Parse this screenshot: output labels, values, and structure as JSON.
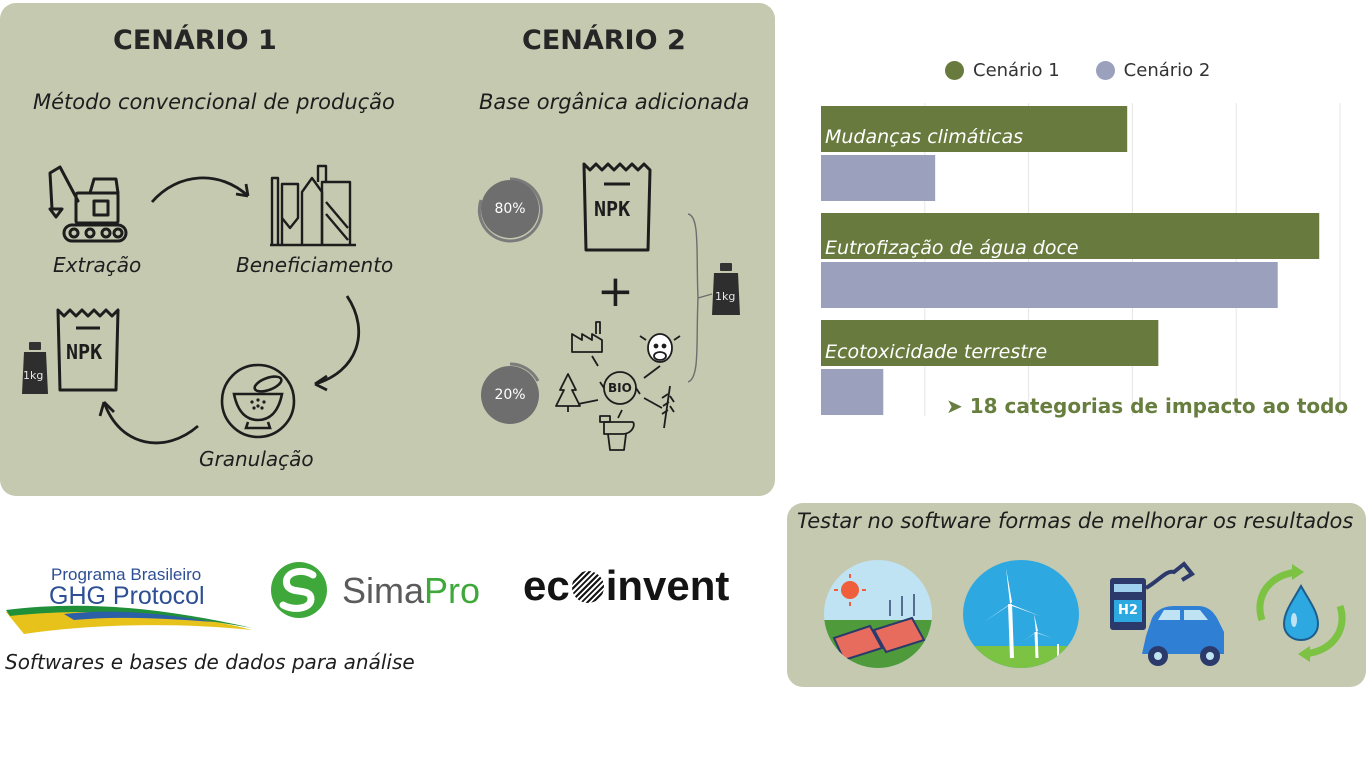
{
  "scenario1": {
    "title": "CENÁRIO 1",
    "subtitle": "Método convencional de produção",
    "steps": [
      "Extração",
      "Beneficiamento",
      "Granulação"
    ],
    "bag_label": "NPK",
    "weight_label": "1kg"
  },
  "scenario2": {
    "title": "CENÁRIO 2",
    "subtitle": "Base orgânica adicionada",
    "percent_top": "80%",
    "percent_bottom": "20%",
    "bag_label": "NPK",
    "plus": "+",
    "bio_label": "BIO",
    "weight_label": "1kg"
  },
  "chart_data": {
    "type": "bar",
    "orientation": "horizontal",
    "categories": [
      "Mudanças climáticas",
      "Eutrofização de água doce",
      "Ecotoxicidade terrestre"
    ],
    "series": [
      {
        "name": "Cenário 1",
        "values": [
          59,
          96,
          65
        ],
        "color": "#687a3e"
      },
      {
        "name": "Cenário 2",
        "values": [
          22,
          88,
          12
        ],
        "color": "#9ba1bd"
      }
    ],
    "xlim": [
      0,
      100
    ],
    "grid": true,
    "legend": "top",
    "annotation": "18 categorias de impacto ao todo",
    "annotation_marker": "➤"
  },
  "tools": {
    "ghg_line1": "Programa Brasileiro",
    "ghg_line2": "GHG Protocol",
    "simapro_a": "Sima",
    "simapro_b": "Pro",
    "ecoinvent_a": "ec",
    "ecoinvent_b": "invent",
    "caption": "Softwares e bases de dados para análise"
  },
  "improvements": {
    "title": "Testar no software formas de melhorar os resultados",
    "h2_label": "H2",
    "icons": [
      "solar-panel-icon",
      "wind-turbine-icon",
      "hydrogen-car-icon",
      "water-cycle-icon"
    ]
  },
  "colors": {
    "panel": "#c4c9b0",
    "scenario1": "#687a3e",
    "scenario2": "#9ba1bd",
    "annotation": "#687e3e"
  }
}
